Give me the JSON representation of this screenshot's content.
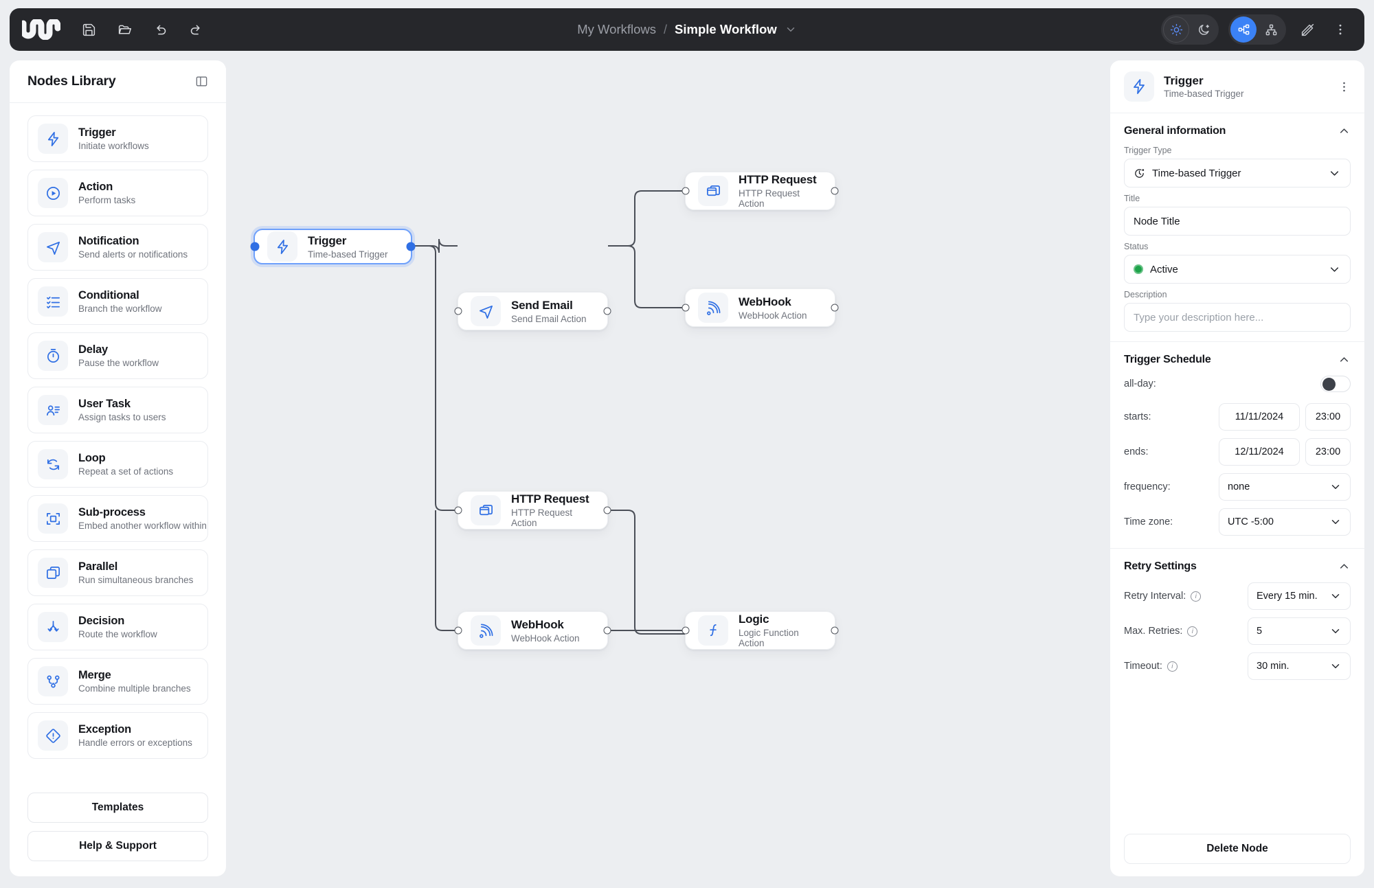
{
  "topbar": {
    "logo_name": "app-logo",
    "tools": [
      {
        "name": "save-icon",
        "label": "Save"
      },
      {
        "name": "open-folder-icon",
        "label": "Open"
      },
      {
        "name": "undo-icon",
        "label": "Undo"
      },
      {
        "name": "redo-icon",
        "label": "Redo"
      }
    ],
    "breadcrumb": {
      "parent": "My Workflows",
      "separator": "/",
      "current": "Simple Workflow",
      "chevron_icon": "chevron-down-icon"
    },
    "right": {
      "theme": [
        {
          "name": "sun-icon",
          "label": "Light theme",
          "state": "selected"
        },
        {
          "name": "moon-icon",
          "label": "Dark theme",
          "state": "default"
        }
      ],
      "layout": [
        {
          "name": "layout-horizontal-icon",
          "label": "Horizontal layout",
          "state": "active"
        },
        {
          "name": "layout-vertical-icon",
          "label": "Vertical layout",
          "state": "default"
        }
      ],
      "magic": {
        "name": "magic-wand-icon",
        "label": "Auto arrange"
      },
      "more": {
        "name": "more-vertical-icon",
        "label": "More options"
      }
    }
  },
  "sidebar": {
    "title": "Nodes Library",
    "collapse_icon": "panel-collapse-icon",
    "items": [
      {
        "name": "Trigger",
        "desc": "Initiate workflows",
        "icon": "bolt-icon"
      },
      {
        "name": "Action",
        "desc": "Perform tasks",
        "icon": "play-circle-icon"
      },
      {
        "name": "Notification",
        "desc": "Send alerts or notifications",
        "icon": "send-icon"
      },
      {
        "name": "Conditional",
        "desc": "Branch the workflow",
        "icon": "checklist-icon"
      },
      {
        "name": "Delay",
        "desc": "Pause the workflow",
        "icon": "timer-icon"
      },
      {
        "name": "User Task",
        "desc": "Assign tasks to users",
        "icon": "user-list-icon"
      },
      {
        "name": "Loop",
        "desc": "Repeat a set of actions",
        "icon": "refresh-icon"
      },
      {
        "name": "Sub-process",
        "desc": "Embed another workflow within",
        "icon": "frame-icon"
      },
      {
        "name": "Parallel",
        "desc": "Run simultaneous branches",
        "icon": "layers-icon"
      },
      {
        "name": "Decision",
        "desc": "Route the workflow",
        "icon": "fork-icon"
      },
      {
        "name": "Merge",
        "desc": "Combine multiple branches",
        "icon": "merge-icon"
      },
      {
        "name": "Exception",
        "desc": "Handle errors or exceptions",
        "icon": "alert-diamond-icon"
      }
    ],
    "buttons": [
      {
        "label": "Templates",
        "name": "templates-button"
      },
      {
        "label": "Help & Support",
        "name": "help-support-button"
      }
    ]
  },
  "canvas": {
    "nodes": [
      {
        "id": "trigger",
        "title": "Trigger",
        "subtitle": "Time-based Trigger",
        "icon": "bolt-icon",
        "selected": true
      },
      {
        "id": "email",
        "title": "Send Email",
        "subtitle": "Send Email Action",
        "icon": "send-icon",
        "selected": false
      },
      {
        "id": "http1",
        "title": "HTTP Request",
        "subtitle": "HTTP Request Action",
        "icon": "window-icon",
        "selected": false
      },
      {
        "id": "hook1",
        "title": "WebHook",
        "subtitle": "WebHook Action",
        "icon": "rss-icon",
        "selected": false
      },
      {
        "id": "http2",
        "title": "HTTP Request",
        "subtitle": "HTTP Request Action",
        "icon": "window-icon",
        "selected": false
      },
      {
        "id": "hook2",
        "title": "WebHook",
        "subtitle": "WebHook Action",
        "icon": "rss-icon",
        "selected": false
      },
      {
        "id": "logic",
        "title": "Logic",
        "subtitle": "Logic Function Action",
        "icon": "function-icon",
        "selected": false
      }
    ]
  },
  "panel": {
    "header": {
      "title": "Trigger",
      "subtitle": "Time-based Trigger",
      "icon": "bolt-icon",
      "menu_icon": "more-vertical-icon"
    },
    "general": {
      "title": "General information",
      "trigger_type_label": "Trigger Type",
      "trigger_type_value": "Time-based Trigger",
      "trigger_type_icon": "clock-icon",
      "title_label": "Title",
      "title_value": "Node Title",
      "status_label": "Status",
      "status_value": "Active",
      "status_color": "#1ea34a",
      "description_label": "Description",
      "description_placeholder": "Type your description here..."
    },
    "schedule": {
      "title": "Trigger Schedule",
      "allday_label": "all-day:",
      "allday_on": false,
      "starts_label": "starts:",
      "starts_date": "11/11/2024",
      "starts_time": "23:00",
      "ends_label": "ends:",
      "ends_date": "12/11/2024",
      "ends_time": "23:00",
      "frequency_label": "frequency:",
      "frequency_value": "none",
      "timezone_label": "Time zone:",
      "timezone_value": "UTC -5:00"
    },
    "retry": {
      "title": "Retry Settings",
      "interval_label": "Retry Interval:",
      "interval_value": "Every 15 min.",
      "max_label": "Max. Retries:",
      "max_value": "5",
      "timeout_label": "Timeout:",
      "timeout_value": "30 min."
    },
    "delete_label": "Delete Node"
  },
  "theme": {
    "accent": "#3b82f6",
    "icon_blue": "#2f6fe4",
    "bg": "#eceef1",
    "topbar": "#26272b"
  }
}
